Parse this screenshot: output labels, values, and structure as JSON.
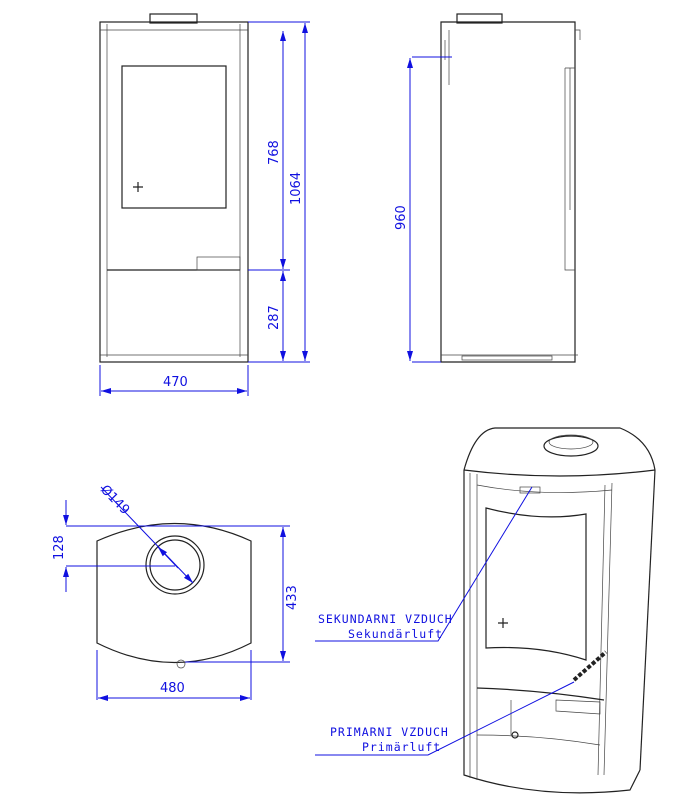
{
  "front_view": {
    "width": "470",
    "height_total": "1064",
    "height_upper": "768",
    "height_lower": "287"
  },
  "side_view": {
    "height_outlet": "960"
  },
  "top_view": {
    "diameter": "Ø149",
    "depth": "433",
    "width": "480",
    "offset": "128"
  },
  "labels": {
    "secondary_cz": "SEKUNDARNI VZDUCH",
    "secondary_de": "Sekundärluft",
    "primary_cz": "PRIMARNI VZDUCH",
    "primary_de": "Primärluft"
  },
  "colors": {
    "dimension": "#1010e0",
    "outline": "#222222"
  }
}
